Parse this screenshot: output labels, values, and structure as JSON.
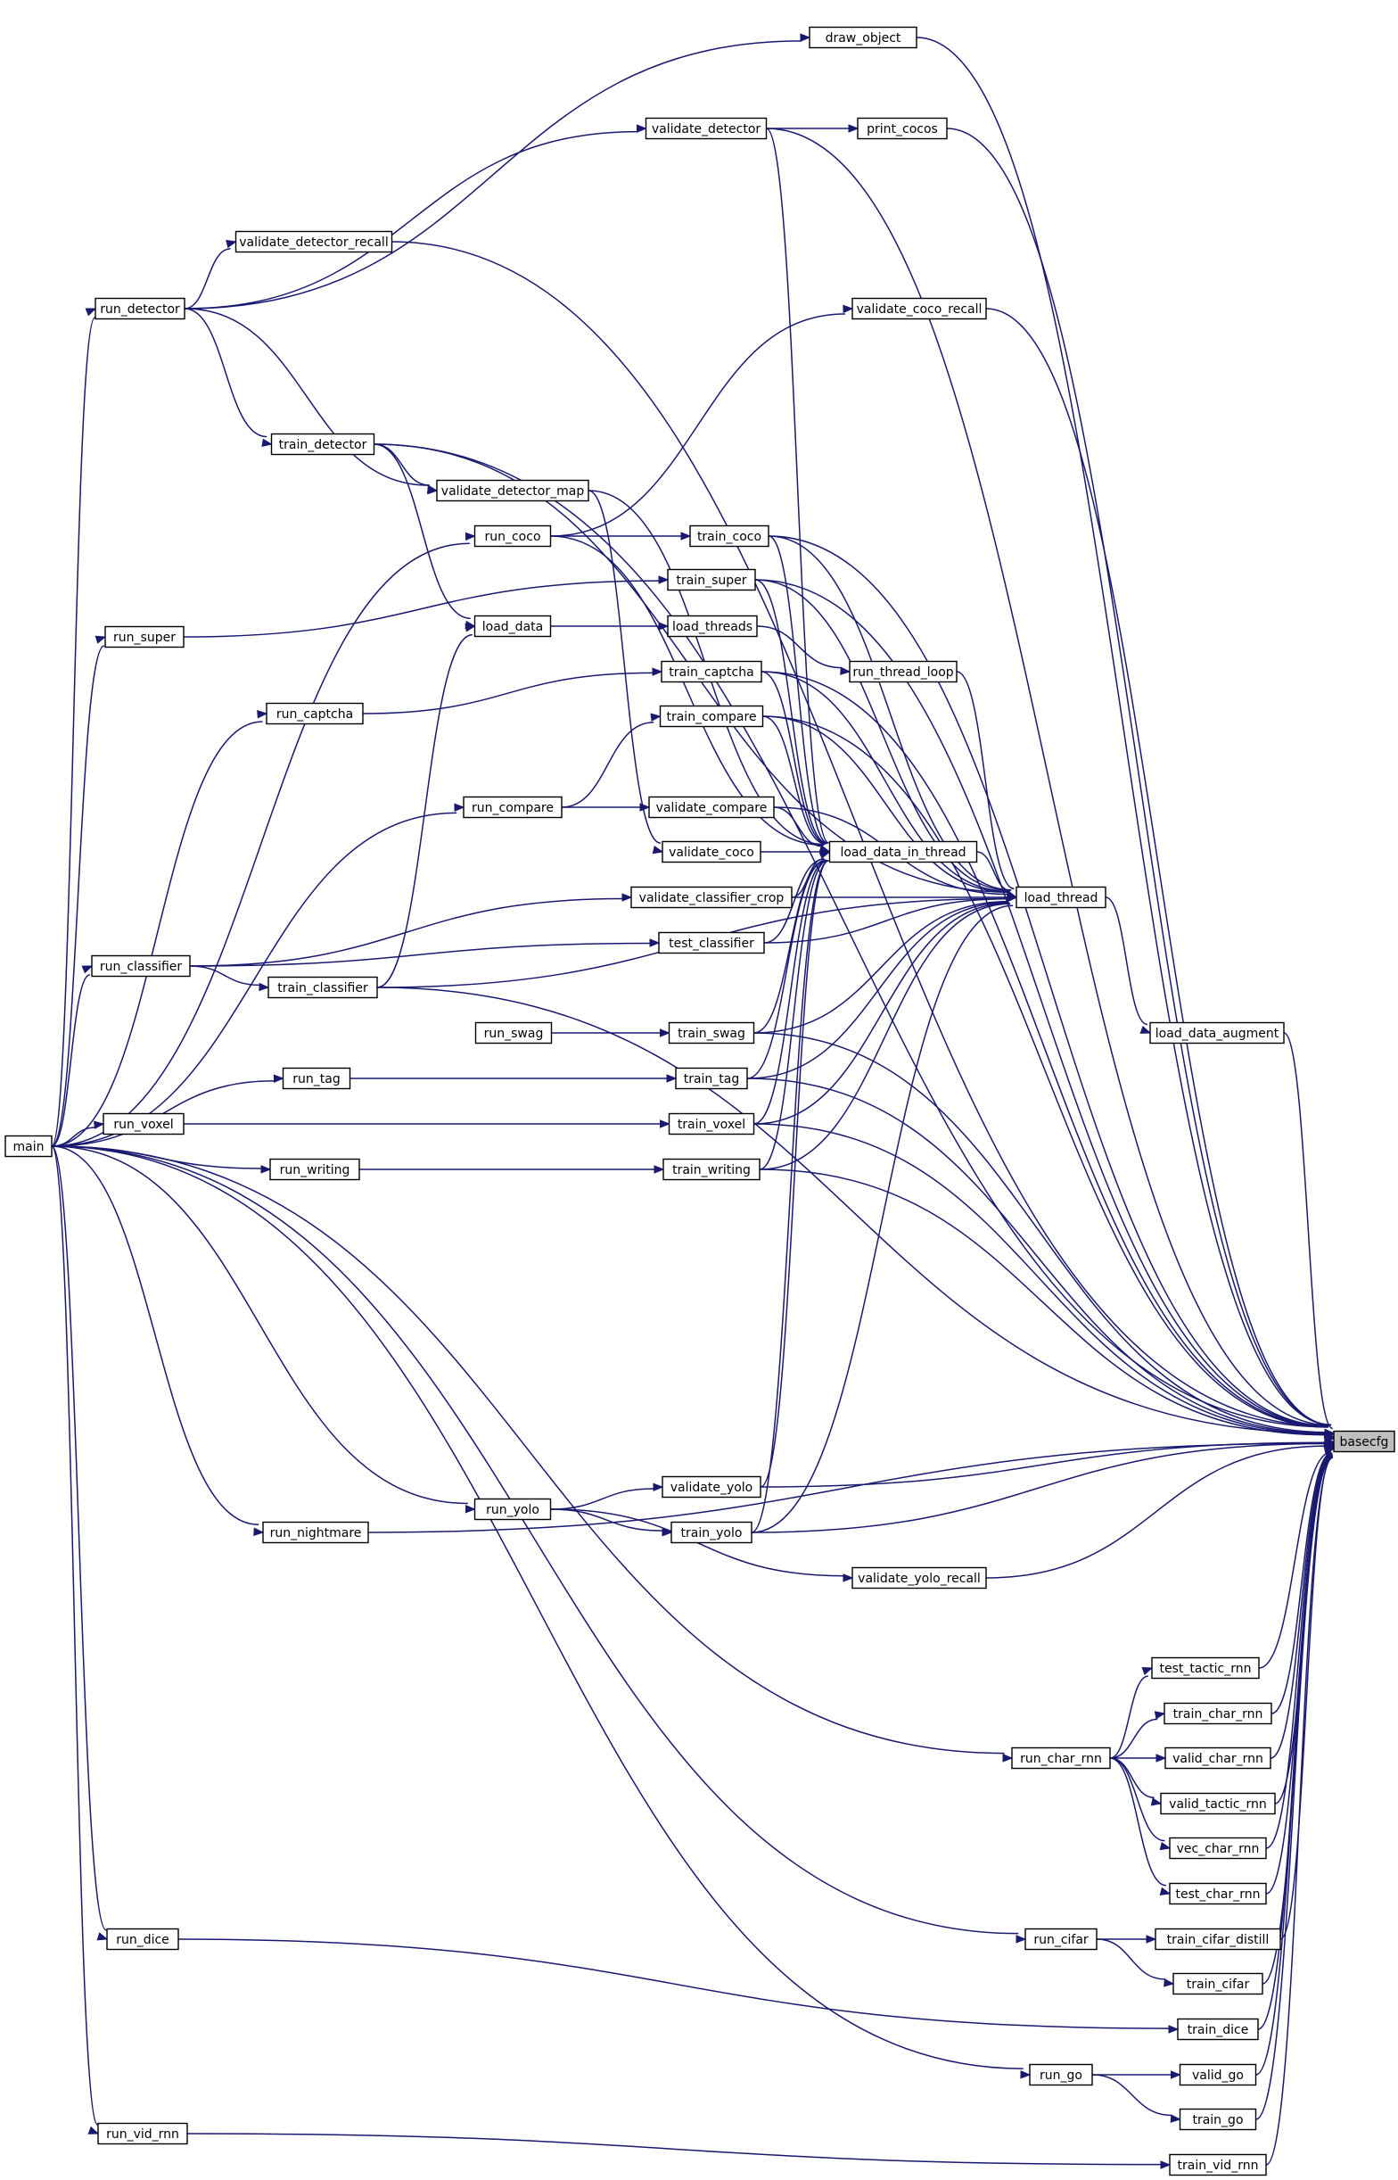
{
  "diagram": {
    "target": "basecfg",
    "nodes": [
      {
        "id": "draw_object",
        "label": "draw_object"
      },
      {
        "id": "validate_detector",
        "label": "validate_detector"
      },
      {
        "id": "print_cocos",
        "label": "print_cocos"
      },
      {
        "id": "validate_detector_recall",
        "label": "validate_detector_recall"
      },
      {
        "id": "run_detector",
        "label": "run_detector"
      },
      {
        "id": "validate_coco_recall",
        "label": "validate_coco_recall"
      },
      {
        "id": "train_detector",
        "label": "train_detector"
      },
      {
        "id": "validate_detector_map",
        "label": "validate_detector_map"
      },
      {
        "id": "run_coco",
        "label": "run_coco"
      },
      {
        "id": "train_coco",
        "label": "train_coco"
      },
      {
        "id": "train_super",
        "label": "train_super"
      },
      {
        "id": "run_super",
        "label": "run_super"
      },
      {
        "id": "load_data",
        "label": "load_data"
      },
      {
        "id": "load_threads",
        "label": "load_threads"
      },
      {
        "id": "train_captcha",
        "label": "train_captcha"
      },
      {
        "id": "run_thread_loop",
        "label": "run_thread_loop"
      },
      {
        "id": "run_captcha",
        "label": "run_captcha"
      },
      {
        "id": "train_compare",
        "label": "train_compare"
      },
      {
        "id": "run_compare",
        "label": "run_compare"
      },
      {
        "id": "validate_compare",
        "label": "validate_compare"
      },
      {
        "id": "validate_coco",
        "label": "validate_coco"
      },
      {
        "id": "load_data_in_thread",
        "label": "load_data_in_thread"
      },
      {
        "id": "validate_classifier_crop",
        "label": "validate_classifier_crop"
      },
      {
        "id": "load_thread",
        "label": "load_thread"
      },
      {
        "id": "test_classifier",
        "label": "test_classifier"
      },
      {
        "id": "run_classifier",
        "label": "run_classifier"
      },
      {
        "id": "train_classifier",
        "label": "train_classifier"
      },
      {
        "id": "load_data_augment",
        "label": "load_data_augment"
      },
      {
        "id": "run_swag",
        "label": "run_swag"
      },
      {
        "id": "train_swag",
        "label": "train_swag"
      },
      {
        "id": "run_tag",
        "label": "run_tag"
      },
      {
        "id": "train_tag",
        "label": "train_tag"
      },
      {
        "id": "run_voxel",
        "label": "run_voxel"
      },
      {
        "id": "train_voxel",
        "label": "train_voxel"
      },
      {
        "id": "main",
        "label": "main"
      },
      {
        "id": "run_writing",
        "label": "run_writing"
      },
      {
        "id": "train_writing",
        "label": "train_writing"
      },
      {
        "id": "basecfg",
        "label": "basecfg"
      },
      {
        "id": "validate_yolo",
        "label": "validate_yolo"
      },
      {
        "id": "run_yolo",
        "label": "run_yolo"
      },
      {
        "id": "train_yolo",
        "label": "train_yolo"
      },
      {
        "id": "run_nightmare",
        "label": "run_nightmare"
      },
      {
        "id": "validate_yolo_recall",
        "label": "validate_yolo_recall"
      },
      {
        "id": "test_tactic_rnn",
        "label": "test_tactic_rnn"
      },
      {
        "id": "train_char_rnn",
        "label": "train_char_rnn"
      },
      {
        "id": "run_char_rnn",
        "label": "run_char_rnn"
      },
      {
        "id": "valid_char_rnn",
        "label": "valid_char_rnn"
      },
      {
        "id": "valid_tactic_rnn",
        "label": "valid_tactic_rnn"
      },
      {
        "id": "vec_char_rnn",
        "label": "vec_char_rnn"
      },
      {
        "id": "test_char_rnn",
        "label": "test_char_rnn"
      },
      {
        "id": "run_dice",
        "label": "run_dice"
      },
      {
        "id": "run_cifar",
        "label": "run_cifar"
      },
      {
        "id": "train_cifar_distill",
        "label": "train_cifar_distill"
      },
      {
        "id": "train_cifar",
        "label": "train_cifar"
      },
      {
        "id": "train_dice",
        "label": "train_dice"
      },
      {
        "id": "run_go",
        "label": "run_go"
      },
      {
        "id": "valid_go",
        "label": "valid_go"
      },
      {
        "id": "train_go",
        "label": "train_go"
      },
      {
        "id": "run_vid_rnn",
        "label": "run_vid_rnn"
      },
      {
        "id": "train_vid_rnn",
        "label": "train_vid_rnn"
      }
    ],
    "edges": [
      [
        "draw_object",
        "basecfg"
      ],
      [
        "validate_detector",
        "basecfg"
      ],
      [
        "print_cocos",
        "basecfg"
      ],
      [
        "validate_detector_recall",
        "basecfg"
      ],
      [
        "train_detector",
        "basecfg"
      ],
      [
        "validate_coco_recall",
        "basecfg"
      ],
      [
        "train_coco",
        "basecfg"
      ],
      [
        "train_super",
        "basecfg"
      ],
      [
        "train_captcha",
        "basecfg"
      ],
      [
        "train_compare",
        "basecfg"
      ],
      [
        "train_classifier",
        "basecfg"
      ],
      [
        "load_data_augment",
        "basecfg"
      ],
      [
        "train_swag",
        "basecfg"
      ],
      [
        "train_tag",
        "basecfg"
      ],
      [
        "train_voxel",
        "basecfg"
      ],
      [
        "train_writing",
        "basecfg"
      ],
      [
        "validate_yolo",
        "basecfg"
      ],
      [
        "train_yolo",
        "basecfg"
      ],
      [
        "validate_yolo_recall",
        "basecfg"
      ],
      [
        "run_nightmare",
        "basecfg"
      ],
      [
        "test_tactic_rnn",
        "basecfg"
      ],
      [
        "train_char_rnn",
        "basecfg"
      ],
      [
        "valid_char_rnn",
        "basecfg"
      ],
      [
        "valid_tactic_rnn",
        "basecfg"
      ],
      [
        "vec_char_rnn",
        "basecfg"
      ],
      [
        "test_char_rnn",
        "basecfg"
      ],
      [
        "train_cifar_distill",
        "basecfg"
      ],
      [
        "train_cifar",
        "basecfg"
      ],
      [
        "train_dice",
        "basecfg"
      ],
      [
        "valid_go",
        "basecfg"
      ],
      [
        "train_go",
        "basecfg"
      ],
      [
        "train_vid_rnn",
        "basecfg"
      ],
      [
        "run_detector",
        "draw_object"
      ],
      [
        "run_detector",
        "validate_detector"
      ],
      [
        "run_detector",
        "validate_detector_recall"
      ],
      [
        "run_detector",
        "train_detector"
      ],
      [
        "run_detector",
        "validate_detector_map"
      ],
      [
        "validate_detector",
        "print_cocos"
      ],
      [
        "train_detector",
        "validate_detector_map"
      ],
      [
        "train_detector",
        "load_data"
      ],
      [
        "run_coco",
        "validate_coco_recall"
      ],
      [
        "run_coco",
        "train_coco"
      ],
      [
        "run_super",
        "train_super"
      ],
      [
        "load_data",
        "load_threads"
      ],
      [
        "load_threads",
        "run_thread_loop"
      ],
      [
        "run_captcha",
        "train_captcha"
      ],
      [
        "run_compare",
        "train_compare"
      ],
      [
        "run_compare",
        "validate_compare"
      ],
      [
        "validate_coco",
        "load_data_in_thread"
      ],
      [
        "load_data_in_thread",
        "load_thread"
      ],
      [
        "load_thread",
        "load_data_augment"
      ],
      [
        "validate_classifier_crop",
        "load_thread"
      ],
      [
        "test_classifier",
        "load_thread"
      ],
      [
        "run_classifier",
        "validate_classifier_crop"
      ],
      [
        "run_classifier",
        "test_classifier"
      ],
      [
        "run_classifier",
        "train_classifier"
      ],
      [
        "train_classifier",
        "load_data"
      ],
      [
        "run_swag",
        "train_swag"
      ],
      [
        "run_tag",
        "train_tag"
      ],
      [
        "run_voxel",
        "train_voxel"
      ],
      [
        "run_writing",
        "train_writing"
      ],
      [
        "run_yolo",
        "validate_yolo"
      ],
      [
        "run_yolo",
        "train_yolo"
      ],
      [
        "run_yolo",
        "validate_yolo_recall"
      ],
      [
        "run_char_rnn",
        "test_tactic_rnn"
      ],
      [
        "run_char_rnn",
        "train_char_rnn"
      ],
      [
        "run_char_rnn",
        "valid_char_rnn"
      ],
      [
        "run_char_rnn",
        "valid_tactic_rnn"
      ],
      [
        "run_char_rnn",
        "vec_char_rnn"
      ],
      [
        "run_char_rnn",
        "test_char_rnn"
      ],
      [
        "run_cifar",
        "train_cifar_distill"
      ],
      [
        "run_cifar",
        "train_cifar"
      ],
      [
        "run_go",
        "valid_go"
      ],
      [
        "run_go",
        "train_go"
      ],
      [
        "main",
        "run_detector"
      ],
      [
        "main",
        "run_coco"
      ],
      [
        "main",
        "run_super"
      ],
      [
        "main",
        "run_captcha"
      ],
      [
        "main",
        "run_compare"
      ],
      [
        "main",
        "run_classifier"
      ],
      [
        "main",
        "run_tag"
      ],
      [
        "main",
        "run_voxel"
      ],
      [
        "main",
        "run_writing"
      ],
      [
        "main",
        "run_yolo"
      ],
      [
        "main",
        "run_nightmare"
      ],
      [
        "main",
        "run_char_rnn"
      ],
      [
        "main",
        "run_dice"
      ],
      [
        "main",
        "run_cifar"
      ],
      [
        "main",
        "run_go"
      ],
      [
        "main",
        "run_vid_rnn"
      ],
      [
        "run_dice",
        "train_dice"
      ],
      [
        "run_vid_rnn",
        "train_vid_rnn"
      ],
      [
        "train_coco",
        "load_data_in_thread"
      ],
      [
        "train_super",
        "load_data_in_thread"
      ],
      [
        "train_captcha",
        "load_data_in_thread"
      ],
      [
        "train_compare",
        "load_data_in_thread"
      ],
      [
        "validate_compare",
        "load_data_in_thread"
      ],
      [
        "validate_classifier_crop",
        "load_data_in_thread"
      ],
      [
        "test_classifier",
        "load_data_in_thread"
      ],
      [
        "train_swag",
        "load_data_in_thread"
      ],
      [
        "train_tag",
        "load_data_in_thread"
      ],
      [
        "train_voxel",
        "load_data_in_thread"
      ],
      [
        "train_writing",
        "load_data_in_thread"
      ],
      [
        "validate_yolo",
        "load_data_in_thread"
      ],
      [
        "train_yolo",
        "load_data_in_thread"
      ],
      [
        "validate_detector",
        "load_data_in_thread"
      ],
      [
        "run_coco",
        "load_data_in_thread"
      ],
      [
        "validate_detector_map",
        "load_data_in_thread"
      ],
      [
        "train_detector",
        "load_thread"
      ],
      [
        "train_coco",
        "load_thread"
      ],
      [
        "train_super",
        "load_thread"
      ],
      [
        "train_captcha",
        "load_thread"
      ],
      [
        "train_compare",
        "load_thread"
      ],
      [
        "validate_compare",
        "load_thread"
      ],
      [
        "run_thread_loop",
        "load_thread"
      ],
      [
        "train_classifier",
        "load_thread"
      ],
      [
        "train_swag",
        "load_thread"
      ],
      [
        "train_tag",
        "load_thread"
      ],
      [
        "train_voxel",
        "load_thread"
      ],
      [
        "train_writing",
        "load_thread"
      ],
      [
        "train_yolo",
        "load_thread"
      ],
      [
        "validate_detector_map",
        "validate_coco"
      ]
    ]
  }
}
